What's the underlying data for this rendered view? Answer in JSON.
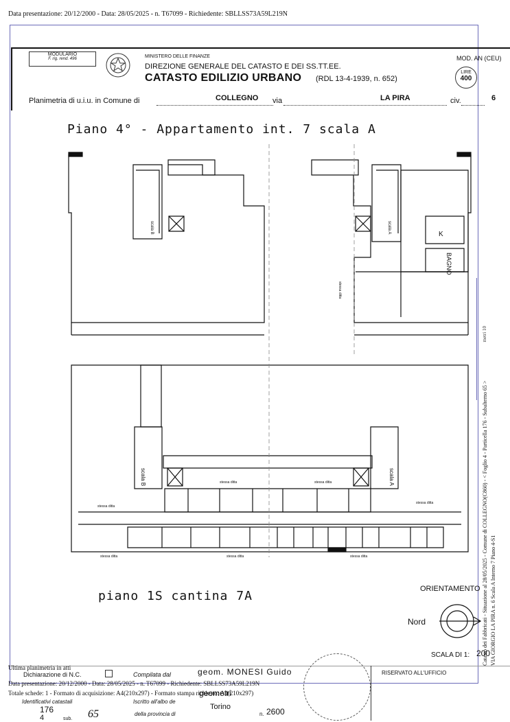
{
  "top_line": "Data presentazione: 20/12/2000 - Data: 28/05/2025 - n. T67099 - Richiedente: SBLLSS73A59L219N",
  "header": {
    "modulario": "MODULARIO",
    "modulario_sub": "F. rig. rend. 496",
    "ministry": "MINISTERO DELLE FINANZE",
    "direzione": "DIREZIONE GENERALE DEL CATASTO E DEI SS.TT.EE.",
    "catasto": "CATASTO EDILIZIO URBANO",
    "rdl": "(RDL 13-4-1939, n. 652)",
    "mod": "MOD. AN (CEU)",
    "lire": "LIRE",
    "lire_value": "400",
    "planimetria_label": "Planimetria di u.i.u. in Comune di",
    "comune": "COLLEGNO",
    "via_label": "via",
    "via": "LA PIRA",
    "civ_label": "civ.",
    "civ": "6"
  },
  "drawing": {
    "title_top": "Piano 4° - Appartamento int. 7 scala A",
    "title_bottom": "piano 1S cantina 7A",
    "orientamento": "ORIENTAMENTO",
    "nord": "Nord",
    "scala_label": "SCALA DI 1:",
    "scala_value": "200",
    "room_k": "K",
    "room_bagno": "BAGNO",
    "scala_b": "scala B",
    "scala_a": "scala A",
    "altra_ditta": "stessa ditta"
  },
  "side_text": {
    "line1": "Catasto dei Fabbricati - Situazione al 28/05/2025 - Comune di COLLEGNO(C860) - < Foglio 4 - Particella 176 - Subalterno 65 >",
    "line2": "VIA GIORGIO LA PIRA n. 6 Scala A Interno 7 Piano 4-S1",
    "metri": "metri 10"
  },
  "footer": {
    "ultima": "Ultima planimetria in atti",
    "dichiarazione": "Dichiarazione di N.C.",
    "compilata_label": "Compilata dal",
    "compilata_value": "geom. MONESI Guido",
    "riservato": "RISERVATO ALL'UFFICIO",
    "overlay_line": "Data presentazione: 20/12/2000 - Data: 28/05/2025 - n. T67099 - Richiedente: SBLLSS73A59L219N",
    "totale": "Totale schede: 1 - Formato di acquisizione: A4(210x297) - Formato stampa richiesto: A4(210x297)",
    "identificativi": "Identificativi catastali",
    "iscritto": "Iscritto all'albo de",
    "iscritto_value": "geometri",
    "provincia_label": "della provincia di",
    "provincia_value": "Torino",
    "n_label": "n.",
    "n_value": "2600",
    "foglio": "176",
    "sub_label": "sub.",
    "sub_value": "65",
    "particella": "4"
  }
}
